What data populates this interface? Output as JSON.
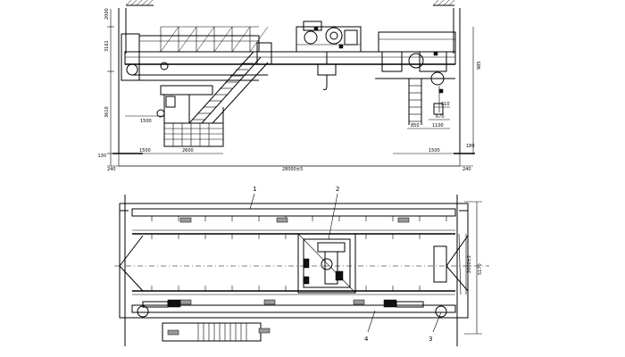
{
  "elevation": {
    "dims": {
      "top_left_vertical": "2000",
      "upper_left_vertical": "3161",
      "mid_left_vertical": "3610",
      "right_vertical": "985",
      "left_horizontal": "1500",
      "stair_offset": "1500",
      "stair_run": "2600",
      "rail_right": "1500",
      "upper_right_a": "610",
      "upper_right_b": "670",
      "lower_right_a": "850",
      "lower_right_b": "1100",
      "rail_left_level": "130",
      "rail_right_level": "180",
      "span": "28000±5",
      "left_clearance": "240",
      "right_clearance": "240"
    }
  },
  "plan": {
    "callouts": [
      "1",
      "2",
      "3",
      "4"
    ],
    "dims": {
      "track_gauge": "2000±2",
      "overall_width": "5170"
    }
  }
}
